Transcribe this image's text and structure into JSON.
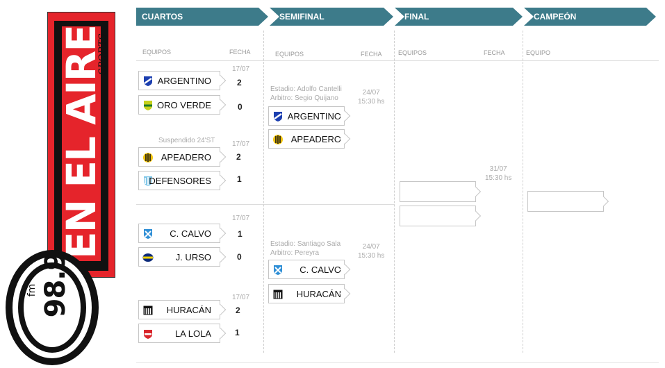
{
  "logo": {
    "brand": "EN EL AIRE",
    "tagline": "SPORTS",
    "frequency": "98.9",
    "band": "fm",
    "colors": {
      "red": "#e5242b",
      "black": "#111111"
    }
  },
  "headers": {
    "quarters": "CUARTOS",
    "semis": "SEMIFINAL",
    "final": "FINAL",
    "champion": "CAMPEÓN"
  },
  "columns": {
    "teams": "EQUIPOS",
    "date": "FECHA",
    "team": "EQUIPO"
  },
  "quarters": [
    {
      "date": "17/07",
      "note": "",
      "home": {
        "name": "ARGENTINO",
        "score": "2",
        "crest": "argentino-crest-icon"
      },
      "away": {
        "name": "ORO VERDE",
        "score": "0",
        "crest": "oro-verde-crest-icon"
      }
    },
    {
      "date": "17/07",
      "note": "Suspendido 24'ST",
      "home": {
        "name": "APEADERO",
        "score": "2",
        "crest": "apeadero-crest-icon"
      },
      "away": {
        "name": "DEFENSORES",
        "score": "1",
        "crest": "defensores-crest-icon"
      }
    },
    {
      "date": "17/07",
      "note": "",
      "home": {
        "name": "C. CALVO",
        "score": "1",
        "crest": "c-calvo-crest-icon"
      },
      "away": {
        "name": "J. URSO",
        "score": "0",
        "crest": "j-urso-crest-icon"
      }
    },
    {
      "date": "17/07",
      "note": "",
      "home": {
        "name": "HURACÁN",
        "score": "2",
        "crest": "huracan-crest-icon"
      },
      "away": {
        "name": "LA LOLA",
        "score": "1",
        "crest": "la-lola-crest-icon"
      }
    }
  ],
  "semis": [
    {
      "stadium": "Estadio: Adolfo Cantelli",
      "referee": "Arbitro: Segio Quijano",
      "date": "24/07",
      "time": "15:30 hs",
      "home": "ARGENTINO",
      "away": "APEADERO"
    },
    {
      "stadium": "Estadio: Santiago Sala",
      "referee": "Arbitro: Pereyra",
      "date": "24/07",
      "time": "15:30 hs",
      "home": "C. CALVO",
      "away": "HURACÁN"
    }
  ],
  "final": {
    "date": "31/07",
    "time": "15:30 hs",
    "home": "",
    "away": ""
  },
  "champion": {
    "team": ""
  },
  "colors": {
    "header": "#3d7b8a",
    "muted_text": "#aaaaaa",
    "box_border": "#c6c6c6"
  }
}
